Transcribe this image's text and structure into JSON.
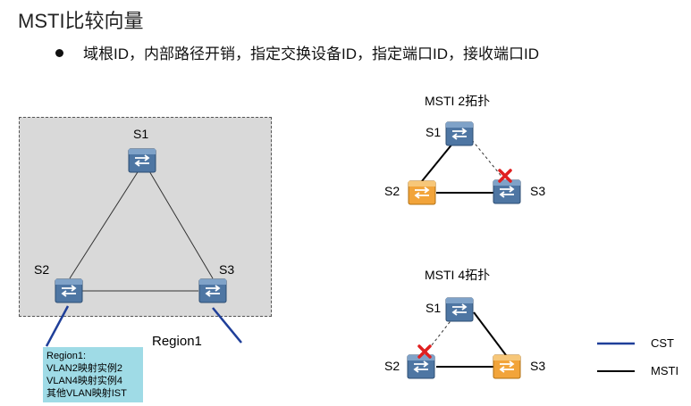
{
  "title": "MSTI比较向量",
  "bullet": "域根ID，内部路径开销，指定交换设备ID，指定端口ID，接收端口ID",
  "left": {
    "s1": "S1",
    "s2": "S2",
    "s3": "S3",
    "region_label": "Region1",
    "note": [
      "Region1:",
      "VLAN2映射实例2",
      "VLAN4映射实例4",
      "其他VLAN映射IST"
    ]
  },
  "msti2": {
    "title": "MSTI 2拓扑",
    "s1": "S1",
    "s2": "S2",
    "s3": "S3"
  },
  "msti4": {
    "title": "MSTI 4拓扑",
    "s1": "S1",
    "s2": "S2",
    "s3": "S3"
  },
  "legend": {
    "cst": "CST",
    "msti": "MSTI",
    "cst_color": "#1f3f99",
    "msti_color": "#000000"
  },
  "colors": {
    "switch_blue": "#5a7fa8",
    "switch_orange": "#f2a93a",
    "blocked": "#e02020"
  }
}
